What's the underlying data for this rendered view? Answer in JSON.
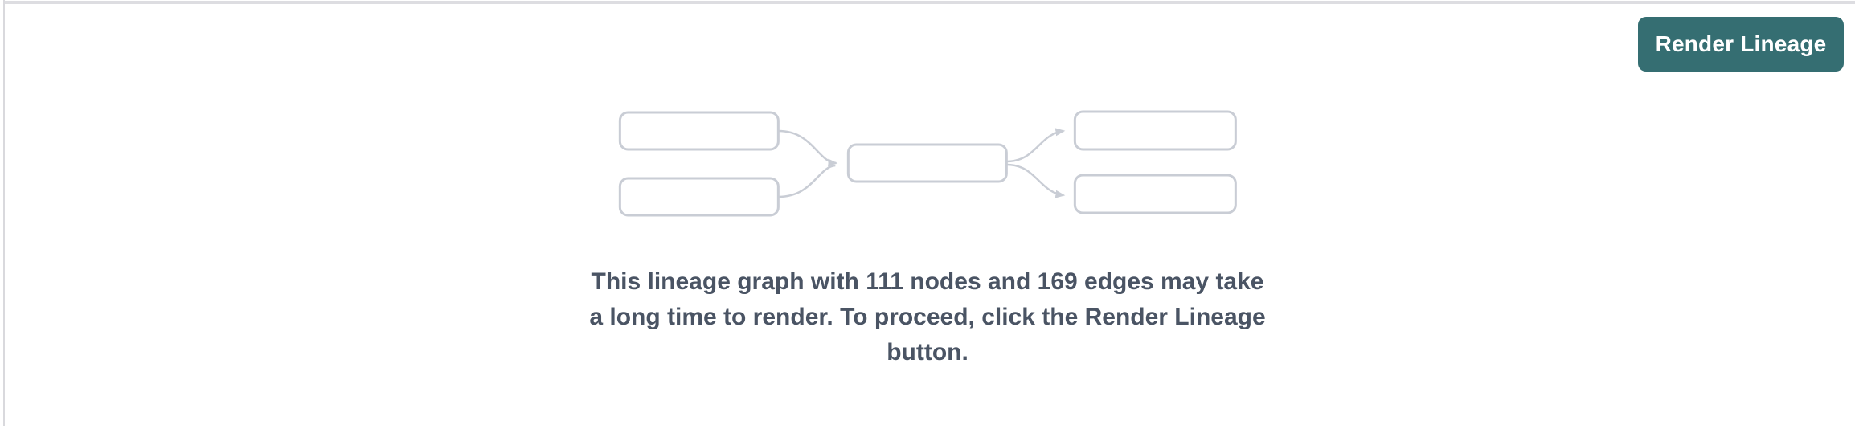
{
  "toolbar": {
    "render_button_label": "Render Lineage",
    "render_button_color": "#356e72",
    "render_button_text_color": "#ffffff"
  },
  "placeholder": {
    "icon": "lineage-graph-icon",
    "message_line1": "This lineage graph with 111 nodes and 169 edges may take",
    "message_line2": "a long time to render. To proceed, click the Render Lineage",
    "message_line3": "button.",
    "node_count": "111",
    "edge_count": "169",
    "message_text_color": "#4a5464",
    "diagram_stroke_color": "#c9cdd5"
  },
  "pane": {
    "background_color": "#ffffff",
    "top_border_color": "#dddde1",
    "left_border_color": "#d9d9dd"
  }
}
